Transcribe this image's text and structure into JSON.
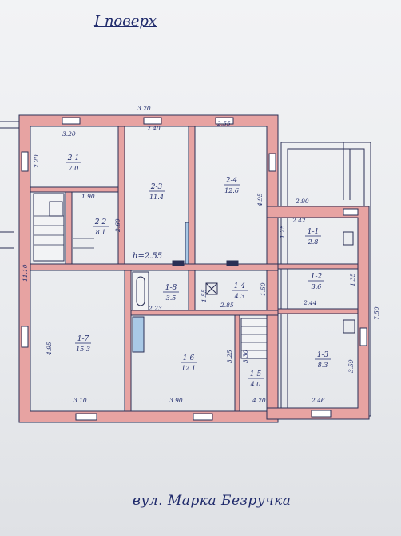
{
  "title": "I поверх",
  "street": "вул. Марка Безручка",
  "height_label": "h=2.55",
  "rooms": [
    {
      "id": "2-1",
      "area": "7.0"
    },
    {
      "id": "2-2",
      "area": "8.1"
    },
    {
      "id": "2-3",
      "area": "11.4"
    },
    {
      "id": "2-4",
      "area": "12.6"
    },
    {
      "id": "1-1",
      "area": "2.8"
    },
    {
      "id": "1-2",
      "area": "3.6"
    },
    {
      "id": "1-3",
      "area": "8.3"
    },
    {
      "id": "1-4",
      "area": "4.3"
    },
    {
      "id": "1-5",
      "area": "4.0"
    },
    {
      "id": "1-6",
      "area": "12.1"
    },
    {
      "id": "1-7",
      "area": "15.3"
    },
    {
      "id": "1-8",
      "area": "3.5"
    }
  ],
  "dimensions": [
    "3.20",
    "3.20",
    "2.40",
    "2.55",
    "2.20",
    "1.90",
    "2.60",
    "4.95",
    "2.90",
    "2.42",
    "1.25",
    "11.10",
    "1.35",
    "1.55",
    "2.23",
    "2.85",
    "1.50",
    "2.44",
    "7.50",
    "4.95",
    "3.25",
    "3.30",
    "3.59",
    "3.10",
    "3.90",
    "4.20",
    "2.46"
  ],
  "colors": {
    "wall": "#e7a3a2",
    "ink": "#1f2a6b",
    "hatch": "#a9c9e6"
  }
}
